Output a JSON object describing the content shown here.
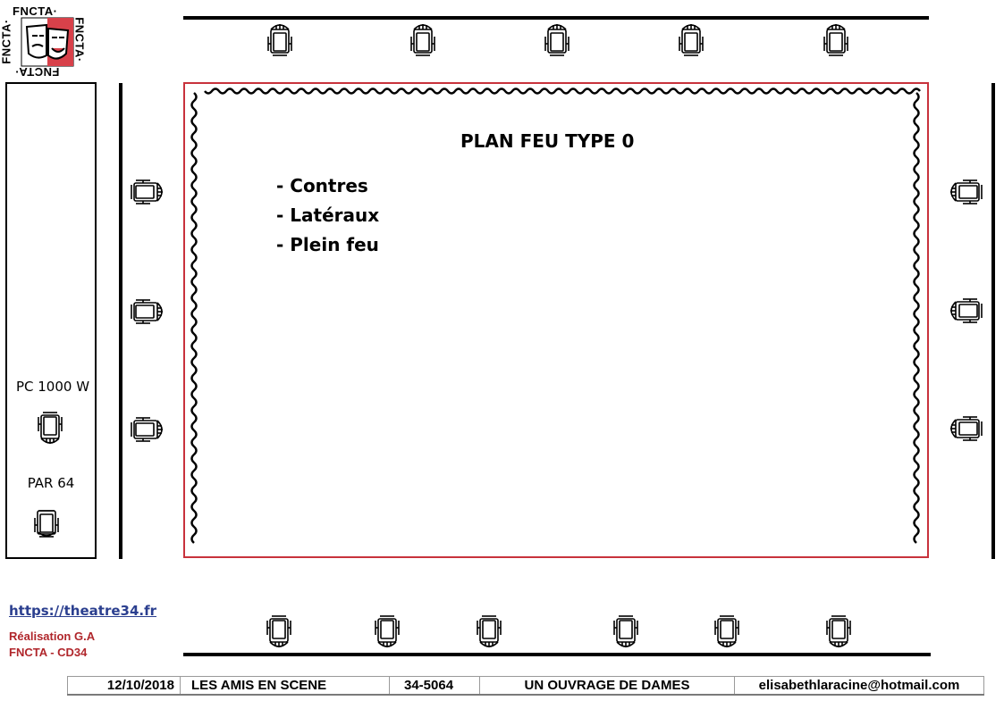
{
  "logo": {
    "text": "FNCTA·"
  },
  "stage": {
    "title": "PLAN FEU TYPE 0",
    "items": [
      "- Contres",
      "- Latéraux",
      "- Plein feu"
    ]
  },
  "legend": {
    "pc_label": "PC 1000 W",
    "par_label": "PAR 64"
  },
  "footer": {
    "website": "https://theatre34.fr",
    "credit_line1": "Réalisation G.A",
    "credit_line2": "FNCTA - CD34",
    "info": {
      "date": "12/10/2018",
      "troupe": "LES AMIS EN SCENE",
      "code": "34-5064",
      "play": "UN OUVRAGE DE DAMES",
      "email": "elisabethlaracine@hotmail.com"
    }
  },
  "colors": {
    "stage_border": "#c8323c",
    "credit_red": "#b0262b",
    "link_blue": "#2b3f8f",
    "logo_red": "#d8414a"
  },
  "icons": {
    "pc": "pc-1000w-spotlight-icon",
    "par": "par64-spotlight-icon"
  }
}
